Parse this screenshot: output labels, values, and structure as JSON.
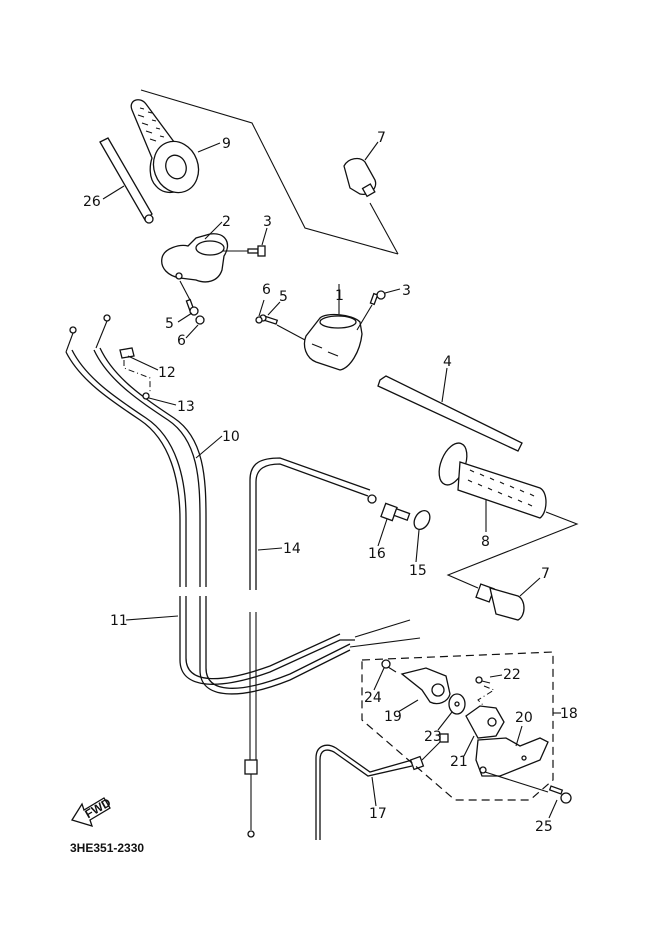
{
  "diagram": {
    "title": "Steering handle & cable exploded view",
    "diagram_code": "3HE351-2330",
    "fwd_label": "FWD",
    "callouts": [
      {
        "id": "1",
        "part": "handle-switch-housing-right"
      },
      {
        "id": "2",
        "part": "handle-switch-housing-left"
      },
      {
        "id": "3",
        "part": "screw"
      },
      {
        "id": "4",
        "part": "throttle-grip-tube"
      },
      {
        "id": "5",
        "part": "screw"
      },
      {
        "id": "6",
        "part": "nut"
      },
      {
        "id": "7",
        "part": "balancer-weight"
      },
      {
        "id": "8",
        "part": "grip"
      },
      {
        "id": "9",
        "part": "throttle-grip"
      },
      {
        "id": "10",
        "part": "throttle-cable-1"
      },
      {
        "id": "11",
        "part": "throttle-cable-2"
      },
      {
        "id": "12",
        "part": "cable-cover"
      },
      {
        "id": "13",
        "part": "screw"
      },
      {
        "id": "14",
        "part": "clutch-cable"
      },
      {
        "id": "15",
        "part": "locknut"
      },
      {
        "id": "16",
        "part": "adjuster"
      },
      {
        "id": "17",
        "part": "starter-cable"
      },
      {
        "id": "18",
        "part": "starter-lever-assembly"
      },
      {
        "id": "19",
        "part": "lever"
      },
      {
        "id": "20",
        "part": "bracket"
      },
      {
        "id": "21",
        "part": "holder"
      },
      {
        "id": "22",
        "part": "screw"
      },
      {
        "id": "23",
        "part": "washer"
      },
      {
        "id": "24",
        "part": "screw"
      },
      {
        "id": "25",
        "part": "bolt"
      },
      {
        "id": "26",
        "part": "handlebar-tube"
      }
    ]
  }
}
